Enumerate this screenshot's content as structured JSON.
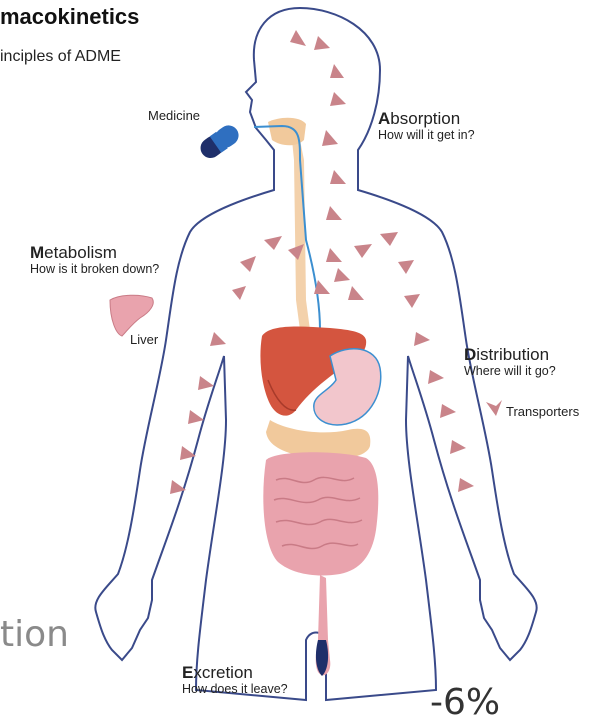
{
  "header": {
    "title": "macokinetics",
    "subtitle": "inciples of ADME"
  },
  "labels": {
    "medicine": "Medicine",
    "absorption": {
      "initial": "A",
      "rest": "bsorption",
      "question": "How will it get in?"
    },
    "metabolism": {
      "initial": "M",
      "rest": "etabolism",
      "question": "How is it broken down?"
    },
    "liver": "Liver",
    "distribution": {
      "initial": "D",
      "rest": "istribution",
      "question": "Where will it go?"
    },
    "transporters": "Transporters",
    "excretion": {
      "initial": "E",
      "rest": "xcretion",
      "question": "How does it leave?"
    }
  },
  "overlay": {
    "word_fragment": "tion",
    "percent_fragment": "-6%"
  },
  "colors": {
    "outline": "#3a4a8a",
    "liver": "#d4553f",
    "stomach": "#f2c6cc",
    "intestine": "#e9a3ad",
    "esophagus": "#f1c99c",
    "blood": "#3c8fd0",
    "arrows": "#c9848a",
    "pill_blue": "#2f6fc0",
    "pill_dark": "#1f2f6a"
  }
}
